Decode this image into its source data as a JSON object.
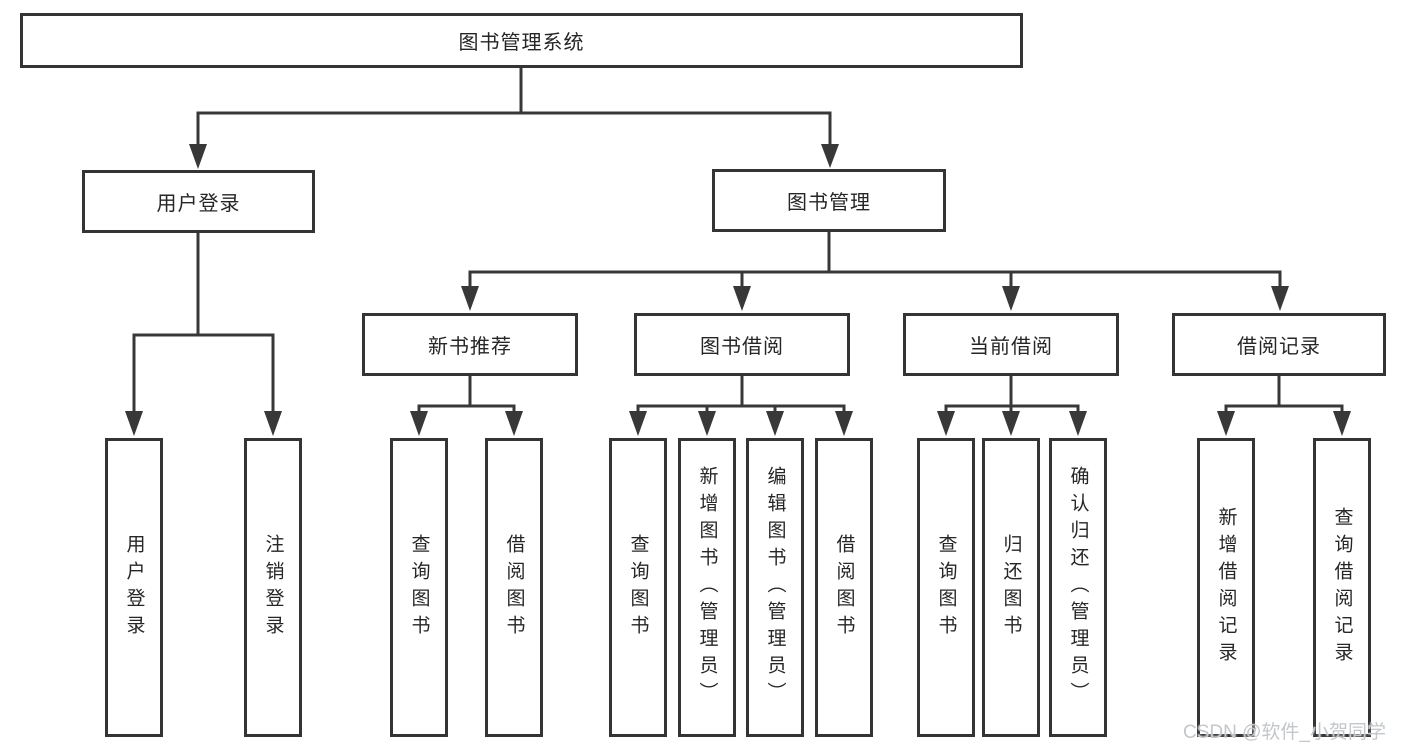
{
  "colors": {
    "line": "#383838",
    "box_border": "#343434",
    "box_background": "#ffffff",
    "text": "#262626",
    "watermark": "#c3c7ca",
    "page_background": "#ffffff"
  },
  "watermark": {
    "text": "CSDN @软件_小贺同学"
  },
  "tree": {
    "root": {
      "label": "图书管理系统",
      "children": [
        {
          "label": "用户登录",
          "children": [
            {
              "label": "用户登录"
            },
            {
              "label": "注销登录"
            }
          ]
        },
        {
          "label": "图书管理",
          "children": [
            {
              "label": "新书推荐",
              "children": [
                {
                  "label": "查询图书"
                },
                {
                  "label": "借阅图书"
                }
              ]
            },
            {
              "label": "图书借阅",
              "children": [
                {
                  "label": "查询图书"
                },
                {
                  "label": "新增图书（管理员）"
                },
                {
                  "label": "编辑图书（管理员）"
                },
                {
                  "label": "借阅图书"
                }
              ]
            },
            {
              "label": "当前借阅",
              "children": [
                {
                  "label": "查询图书"
                },
                {
                  "label": "归还图书"
                },
                {
                  "label": "确认归还（管理员）"
                }
              ]
            },
            {
              "label": "借阅记录",
              "children": [
                {
                  "label": "新增借阅记录"
                },
                {
                  "label": "查询借阅记录"
                }
              ]
            }
          ]
        }
      ]
    }
  }
}
